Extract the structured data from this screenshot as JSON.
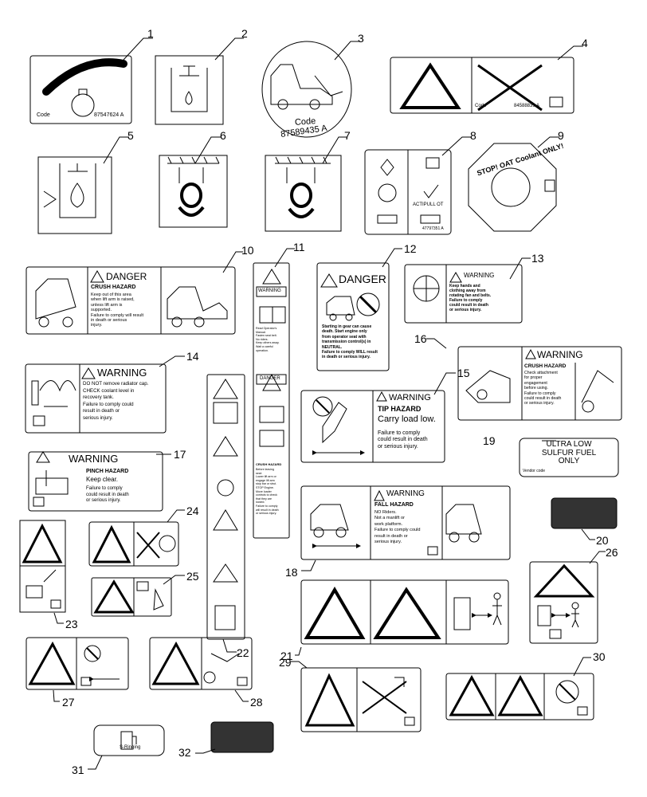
{
  "decal_items": [
    {
      "num": "1",
      "code": "Code",
      "part": "87547624 A"
    },
    {
      "num": "2"
    },
    {
      "num": "3",
      "code": "Code",
      "part": "87589435 A"
    },
    {
      "num": "4",
      "code": "Code",
      "part": "84588839 A"
    },
    {
      "num": "5"
    },
    {
      "num": "6"
    },
    {
      "num": "7"
    },
    {
      "num": "8",
      "caption": "ACTIPULL OT",
      "part": "47797351 A"
    },
    {
      "num": "9",
      "text": "STOP! OAT Coolant ONLY!"
    },
    {
      "num": "10",
      "signal": "DANGER",
      "hazard": "CRUSH HAZARD",
      "body": [
        "Keep out of this area",
        "when lift arm is raised,",
        "unless lift arm is",
        "supported.",
        "Failure to comply will result",
        "in death or serious",
        "injury."
      ]
    },
    {
      "num": "11",
      "signal_top": "WARNING",
      "signal_bottom": "DANGER",
      "body_top": [
        "Read Operator's",
        "Manual.",
        "Fasten seat belt.",
        "No riders.",
        "Keep others away.",
        "Wait a careful",
        "operation."
      ],
      "hazard": "CRUSH HAZARD",
      "body_bottom": [
        "Before leaving",
        "seat:",
        "Lower lift arm or",
        "engage lift arm",
        "stop bar or strut.",
        "STOP Engine.",
        "Move loader",
        "controls to check",
        "that they are",
        "locked.",
        "Failure to comply",
        "will result in death",
        "or serious injury."
      ]
    },
    {
      "num": "12",
      "signal": "DANGER",
      "body": [
        "Starting in gear can cause",
        "death. Start engine only",
        "from operator seat with",
        "transmission control(s) in",
        "NEUTRAL.",
        "Failure to comply WILL result",
        "in death or serious injury."
      ]
    },
    {
      "num": "13",
      "signal": "WARNING",
      "body": [
        "Keep hands and",
        "clothing away from",
        "rotating fan and belts.",
        "Failure to comply",
        "could result in death",
        "or serious injury."
      ]
    },
    {
      "num": "14",
      "signal": "WARNING",
      "body": [
        "DO NOT remove radiator cap.",
        "CHECK coolant level in",
        "recovery tank.",
        "Failure to comply could",
        "result in death or",
        "serious injury."
      ]
    },
    {
      "num": "15",
      "signal": "WARNING",
      "hazard": "TIP HAZARD",
      "subtitle": "Carry load low.",
      "body": [
        "Failure to comply",
        "could result in death",
        "or serious injury."
      ]
    },
    {
      "num": "16",
      "signal": "WARNING",
      "hazard": "CRUSH HAZARD",
      "body": [
        "Check attachment",
        "for proper",
        "engagement",
        "before using.",
        "Failure to comply",
        "could result in death",
        "or serious injury."
      ]
    },
    {
      "num": "17",
      "signal": "WARNING",
      "hazard": "PINCH HAZARD",
      "subtitle": "Keep clear.",
      "body": [
        "Failure to comply",
        "could result in death",
        "or serious injury."
      ]
    },
    {
      "num": "18",
      "signal": "WARNING",
      "hazard": "FALL HAZARD",
      "body": [
        "NO Riders.",
        "Not a manlift or",
        "work platform.",
        "Failure to comply could",
        "result in death or",
        "serious injury."
      ]
    },
    {
      "num": "19",
      "lines": [
        "ULTRA LOW",
        "SULFUR FUEL",
        "ONLY"
      ],
      "code": "Vendor code"
    },
    {
      "num": "20"
    },
    {
      "num": "21"
    },
    {
      "num": "22"
    },
    {
      "num": "23"
    },
    {
      "num": "24"
    },
    {
      "num": "25"
    },
    {
      "num": "26"
    },
    {
      "num": "27"
    },
    {
      "num": "28"
    },
    {
      "num": "29"
    },
    {
      "num": "30"
    },
    {
      "num": "31",
      "caption": "S-Ringing"
    },
    {
      "num": "32"
    }
  ]
}
